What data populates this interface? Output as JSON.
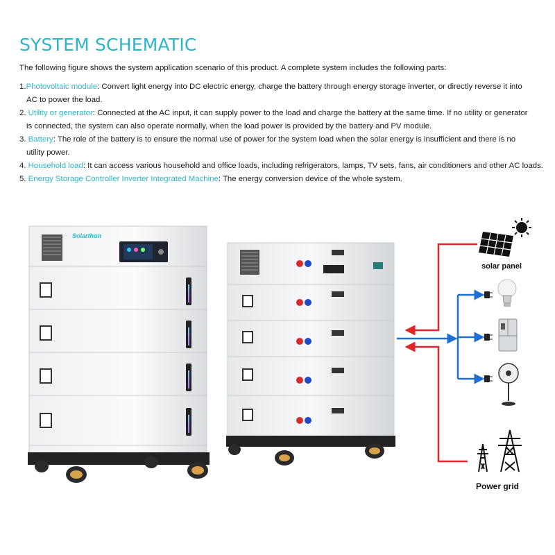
{
  "page": {
    "title": "SYSTEM SCHEMATIC",
    "intro": "The following figure shows the system application scenario of this product. A complete system includes the following parts:",
    "items": [
      {
        "num": "1.",
        "term": "Photovoltaic module",
        "text": ": Convert light energy into DC electric energy, charge the battery through energy storage inverter, or directly reverse it into",
        "cont": "AC to power the load."
      },
      {
        "num": "2. ",
        "term": "Utility or generator",
        "text": ": Connected at the AC input, it can supply power to the load and charge the battery at the same time. If no utility or generator",
        "cont": "is connected, the system can also operate normally, when the load power is provided by the battery and PV module."
      },
      {
        "num": "3. ",
        "term": "Battery",
        "text": ": The role of the battery is to ensure the normal use of power for the system load when the solar energy is insufficient and there is no",
        "cont": "utility power."
      },
      {
        "num": "4. ",
        "term": "Household load",
        "text": ": It can access various household and office loads, including refrigerators, lamps, TV sets, fans, air conditioners and other AC loads.",
        "cont": ""
      },
      {
        "num": "5. ",
        "term": "Energy Storage Controller Inverter Integrated Machine",
        "text": ": The energy conversion device of the whole system.",
        "cont": ""
      }
    ]
  },
  "diagram": {
    "brand": "Solarthon",
    "solar_label": "solar panel",
    "grid_label": "Power grid",
    "icons": [
      "sun-icon",
      "solar-panel-icon",
      "light-bulb-icon",
      "refrigerator-icon",
      "fan-icon",
      "transmission-tower-icon"
    ],
    "colors": {
      "accent": "#2cb5c9",
      "red_line": "#e0252a",
      "blue_line": "#1d6fd1"
    }
  }
}
